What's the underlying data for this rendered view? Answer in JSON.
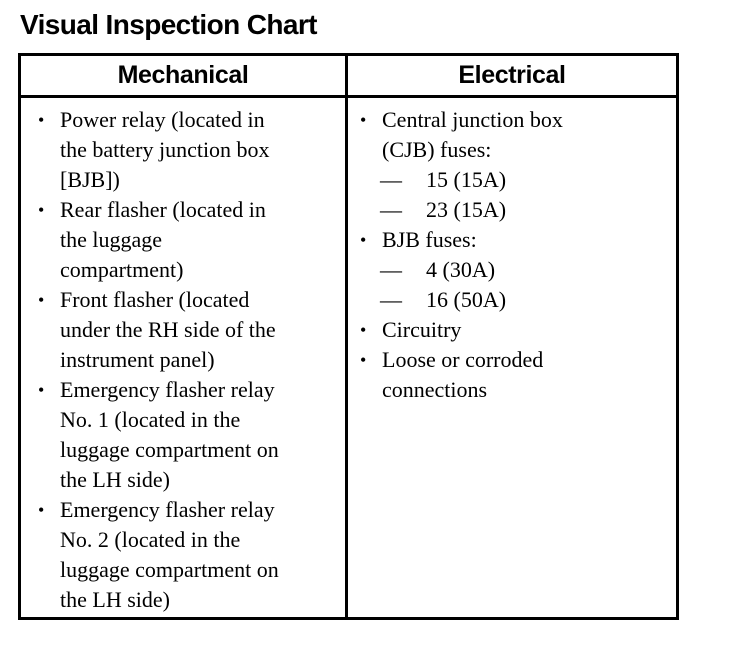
{
  "page": {
    "title": "Visual Inspection Chart"
  },
  "table": {
    "columns": [
      {
        "header": "Mechanical",
        "items": [
          {
            "text": "Power relay (located in\nthe battery junction box\n[BJB])"
          },
          {
            "text": "Rear flasher (located in\nthe luggage\ncompartment)"
          },
          {
            "text": "Front flasher (located\nunder the RH side of the\ninstrument panel)"
          },
          {
            "text": "Emergency flasher relay\nNo. 1 (located in the\nluggage compartment on\nthe LH side)"
          },
          {
            "text": "Emergency flasher relay\nNo. 2 (located in the\nluggage compartment on\nthe LH side)"
          }
        ]
      },
      {
        "header": "Electrical",
        "items": [
          {
            "text": "Central junction box\n(CJB) fuses:",
            "subitems": [
              "15 (15A)",
              "23 (15A)"
            ]
          },
          {
            "text": "BJB fuses:",
            "subitems": [
              "4 (30A)",
              "16 (50A)"
            ]
          },
          {
            "text": "Circuitry"
          },
          {
            "text": "Loose or corroded\nconnections"
          }
        ]
      }
    ]
  },
  "glyphs": {
    "bullet": "•",
    "dash": "—"
  },
  "colors": {
    "text": "#000000",
    "background": "#ffffff",
    "border": "#000000"
  }
}
